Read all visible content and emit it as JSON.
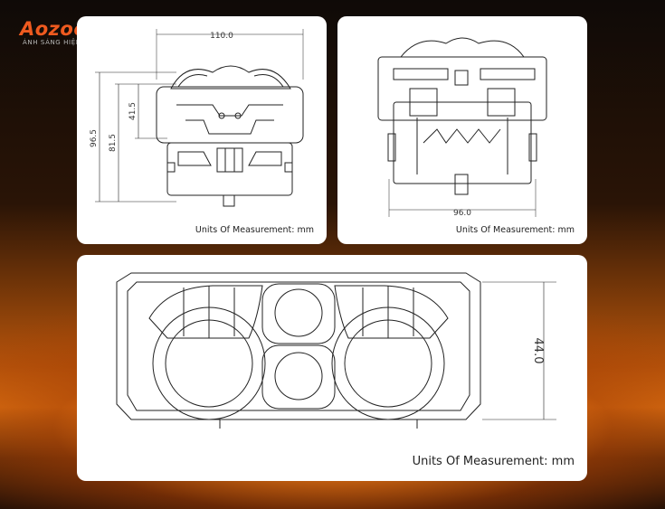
{
  "brand": {
    "logo_text": "Aozoom",
    "tagline": "ÁNH SÁNG HIỆN ĐẠI",
    "accent_color": "#ef5a1f"
  },
  "panels": {
    "side_view": {
      "dim_width": "110.0",
      "dim_height_total": "96.5",
      "dim_height_body": "81.5",
      "dim_height_top": "41.5",
      "units": "Units Of Measurement: mm"
    },
    "back_view": {
      "dim_width": "96.0",
      "units": "Units Of Measurement: mm"
    },
    "front_view": {
      "dim_height": "44.0",
      "units": "Units Of Measurement: mm"
    }
  }
}
